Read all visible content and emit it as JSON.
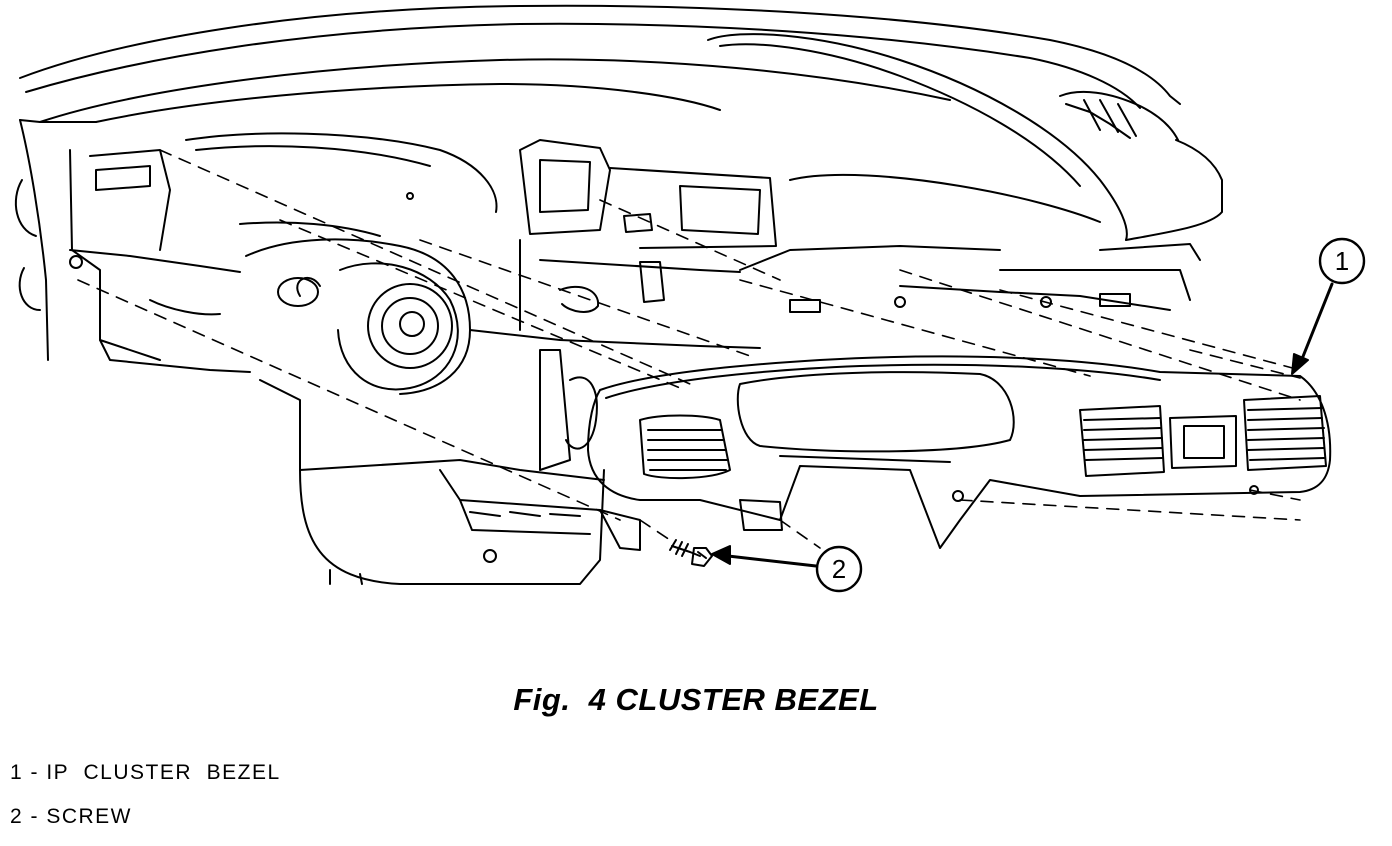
{
  "figure": {
    "caption": "Fig.  4 CLUSTER BEZEL",
    "callouts": [
      {
        "number": "1",
        "part": "IP CLUSTER BEZEL"
      },
      {
        "number": "2",
        "part": "SCREW"
      }
    ]
  },
  "legend": {
    "items": [
      {
        "text": "1 - IP  CLUSTER  BEZEL"
      },
      {
        "text": "2 - SCREW"
      }
    ]
  }
}
